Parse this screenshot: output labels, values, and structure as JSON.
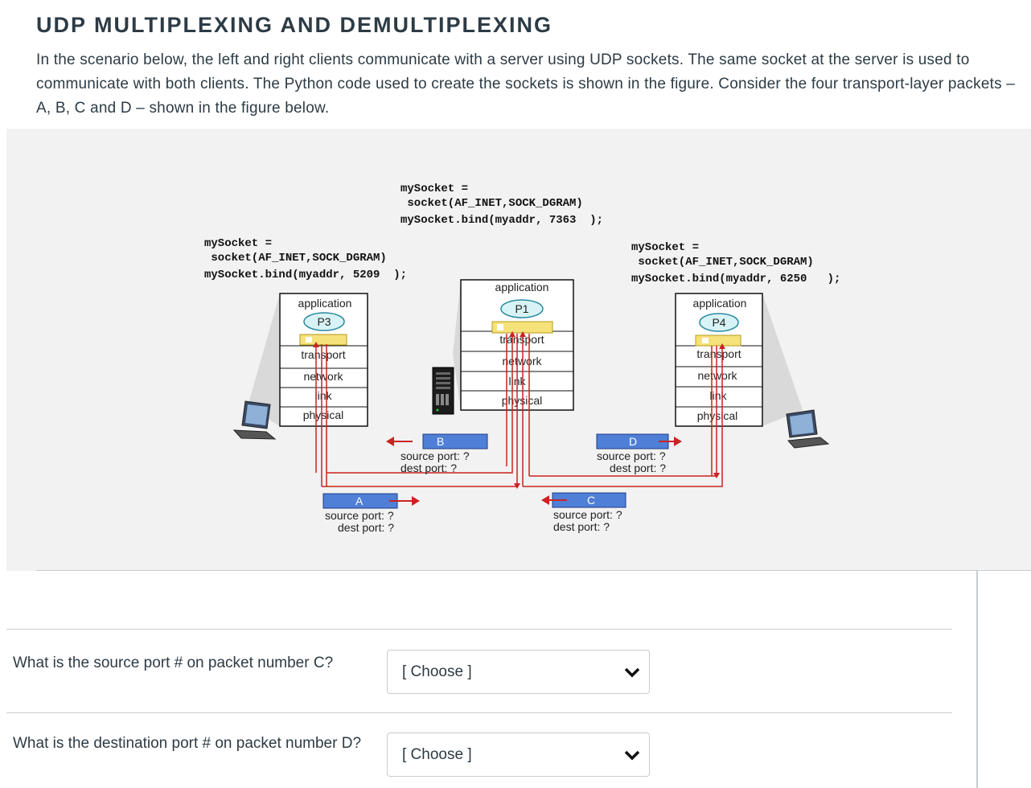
{
  "heading": "UDP MULTIPLEXING AND DEMULTIPLEXING",
  "intro": "In the scenario below, the left and right clients communicate with a server using UDP sockets. The same socket at the server is used to communicate with both clients. The Python code used to create the sockets is shown in the figure. Consider the four transport-layer packets – A, B, C and D – shown in the figure below.",
  "figure": {
    "server_code": [
      "mySocket =",
      " socket(AF_INET,SOCK_DGRAM)",
      "mySocket.bind(myaddr, 7363  );"
    ],
    "left_code": [
      "mySocket =",
      " socket(AF_INET,SOCK_DGRAM)",
      "mySocket.bind(myaddr, 5209  );"
    ],
    "right_code": [
      "mySocket =",
      " socket(AF_INET,SOCK_DGRAM)",
      "mySocket.bind(myaddr, 6250   );"
    ],
    "layers": [
      "application",
      "transport",
      "network",
      "link",
      "physical"
    ],
    "processes": {
      "left": "P3",
      "server": "P1",
      "right": "P4"
    },
    "packets": {
      "A": "A",
      "B": "B",
      "C": "C",
      "D": "D"
    },
    "source_port": "source port: ?",
    "dest_port": "dest port: ?"
  },
  "questions": [
    {
      "text": "What is the source port # on packet number C?",
      "selected": "[ Choose ]"
    },
    {
      "text": "What is the destination port # on packet number D?",
      "selected": "[ Choose ]"
    }
  ],
  "colors": {
    "packet_blue": "#4f7fd6",
    "wire_red": "#cc2222",
    "process_fill": "#d8f3f5"
  },
  "icons": {
    "dropdown": "chevron-down-icon",
    "laptop": "laptop-icon",
    "server": "server-icon"
  }
}
